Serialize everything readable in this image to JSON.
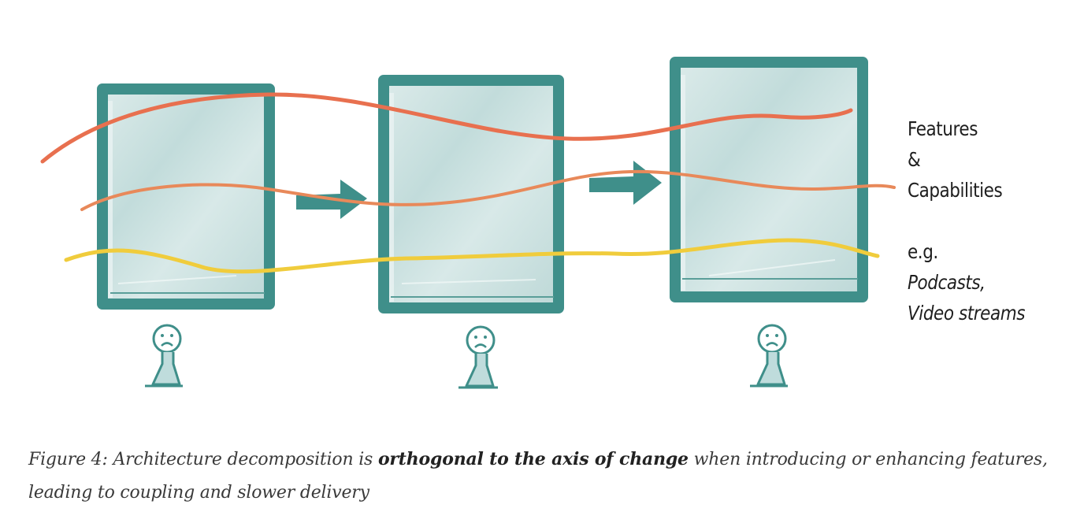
{
  "legend": {
    "features_line1": "Features",
    "features_line2": "&",
    "features_line3": "Capabilities",
    "example_prefix": "e.g.",
    "example_item1": "Podcasts,",
    "example_item2": "Video streams"
  },
  "caption": {
    "prefix": "Figure 4: Architecture decomposition is ",
    "emphasis": "orthogonal to the axis of change",
    "suffix": " when introducing or enhancing features, leading to coupling and slower delivery"
  },
  "colors": {
    "frame": "#3f8f8a",
    "panel_fill": "#cfe3e2",
    "line_top": "#e8704f",
    "line_middle": "#e8895a",
    "line_bottom": "#f0cc3c",
    "person": "#bfdcdc"
  },
  "icons": {
    "person": "sad-person-icon",
    "arrow": "arrow-right-icon"
  }
}
